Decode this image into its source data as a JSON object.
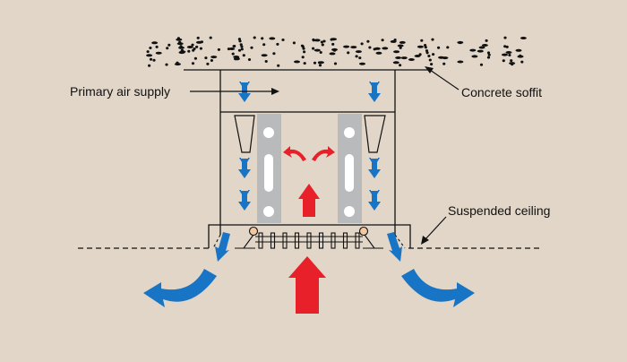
{
  "labels": {
    "primary_air_supply": "Primary air supply",
    "concrete_soffit": "Concrete soffit",
    "suspended_ceiling": "Suspended ceiling"
  },
  "colors": {
    "background": "#e1d6c8",
    "supply_air": "#1874c4",
    "induced_air": "#e8202a",
    "coil": "#b9babc",
    "nozzle_pivot": "#f0c9a2"
  }
}
